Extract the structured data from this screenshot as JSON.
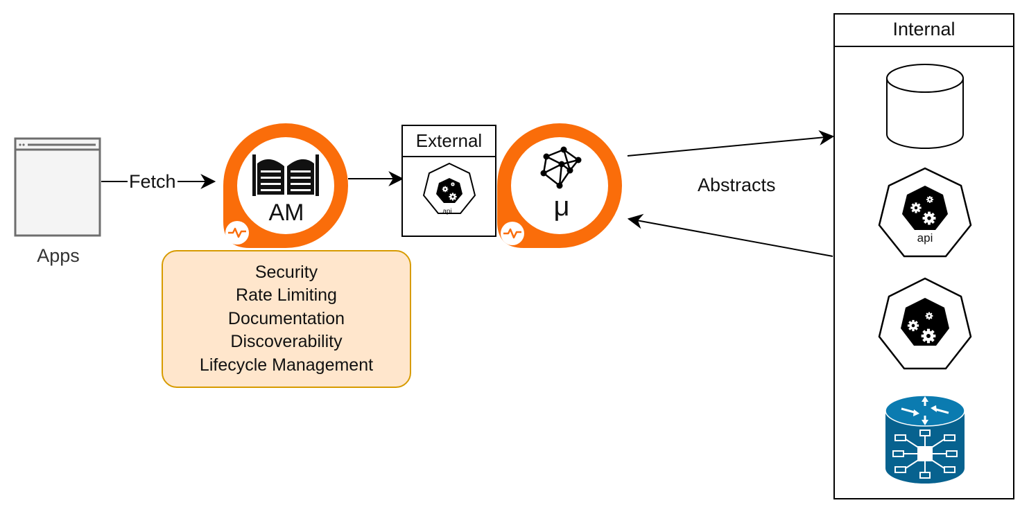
{
  "labels": {
    "apps": "Apps",
    "fetch": "Fetch",
    "abstracts": "Abstracts",
    "external": "External",
    "internal": "Internal",
    "am": "AM",
    "mu": "μ",
    "api_small": "api",
    "api_large": "api"
  },
  "features": [
    "Security",
    "Rate Limiting",
    "Documentation",
    "Discoverability",
    "Lifecycle Management"
  ],
  "colors": {
    "orange": "#fa6d0a",
    "feature_fill": "#ffe6cc",
    "feature_border": "#d79b00",
    "router_blue": "#07628f"
  },
  "icons": [
    "browser-window-icon",
    "saloon-doors-icon",
    "mesh-network-icon",
    "pulse-icon",
    "kubernetes-api-icon",
    "database-icon",
    "router-icon"
  ]
}
